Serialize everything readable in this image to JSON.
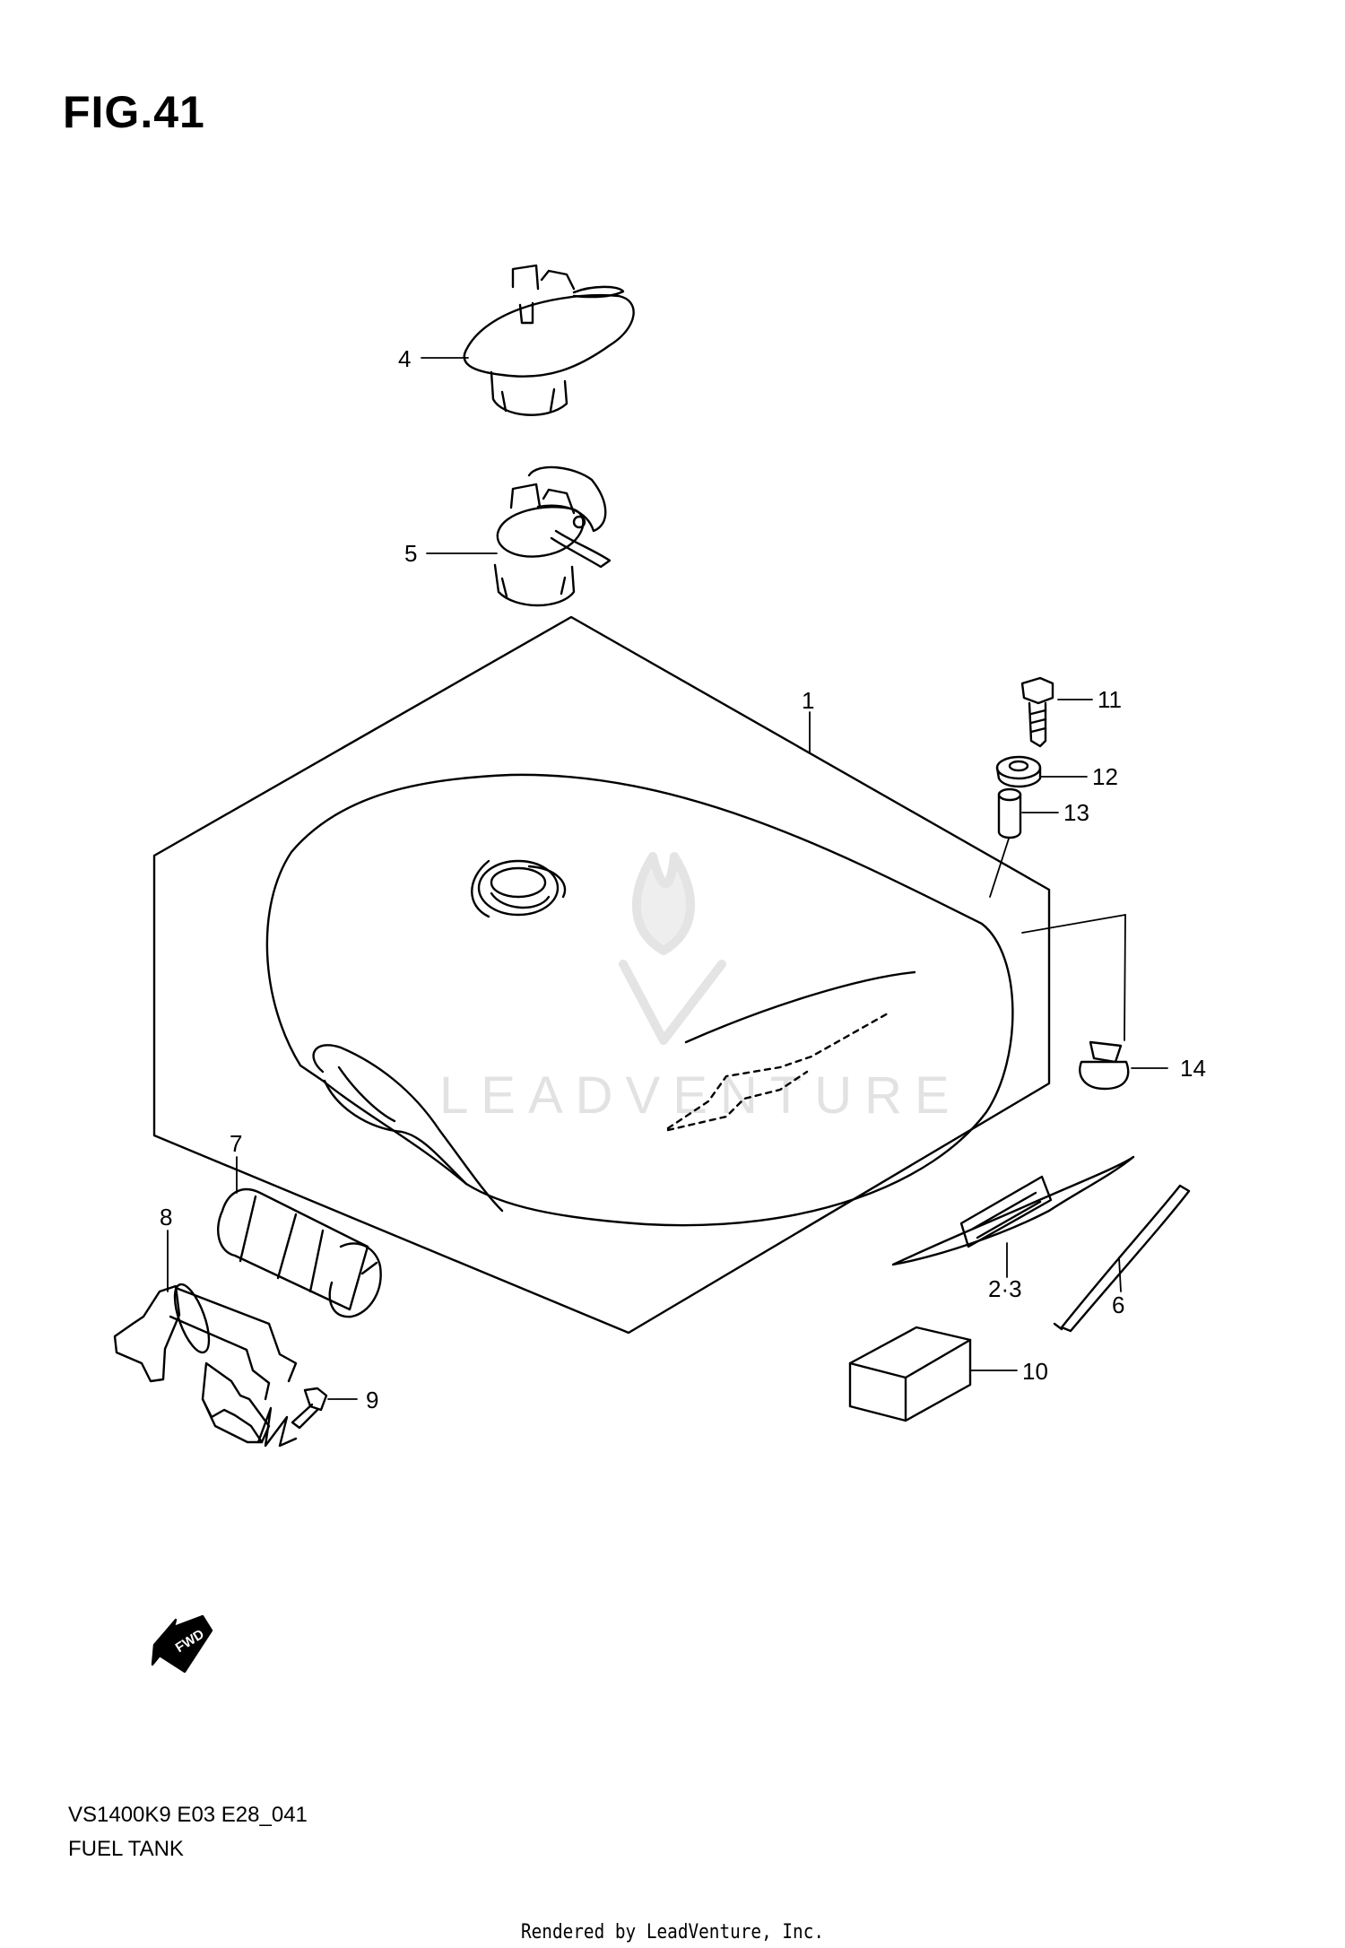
{
  "figure": {
    "title": "FIG.41",
    "diagram_code": "VS1400K9 E03 E28_041",
    "caption": "FUEL TANK",
    "render_credit": "Rendered by LeadVenture, Inc.",
    "watermark": "LEADVENTURE",
    "direction_marker": "FWD"
  },
  "callouts": [
    {
      "id": "part-1",
      "label": "1"
    },
    {
      "id": "part-2-3",
      "label": "2·3"
    },
    {
      "id": "part-4",
      "label": "4"
    },
    {
      "id": "part-5",
      "label": "5"
    },
    {
      "id": "part-6",
      "label": "6"
    },
    {
      "id": "part-7",
      "label": "7"
    },
    {
      "id": "part-8",
      "label": "8"
    },
    {
      "id": "part-9",
      "label": "9"
    },
    {
      "id": "part-10",
      "label": "10"
    },
    {
      "id": "part-11",
      "label": "11"
    },
    {
      "id": "part-12",
      "label": "12"
    },
    {
      "id": "part-13",
      "label": "13"
    },
    {
      "id": "part-14",
      "label": "14"
    }
  ],
  "colors": {
    "line": "#000000",
    "background": "#ffffff",
    "watermark": "#e2e2e2"
  }
}
